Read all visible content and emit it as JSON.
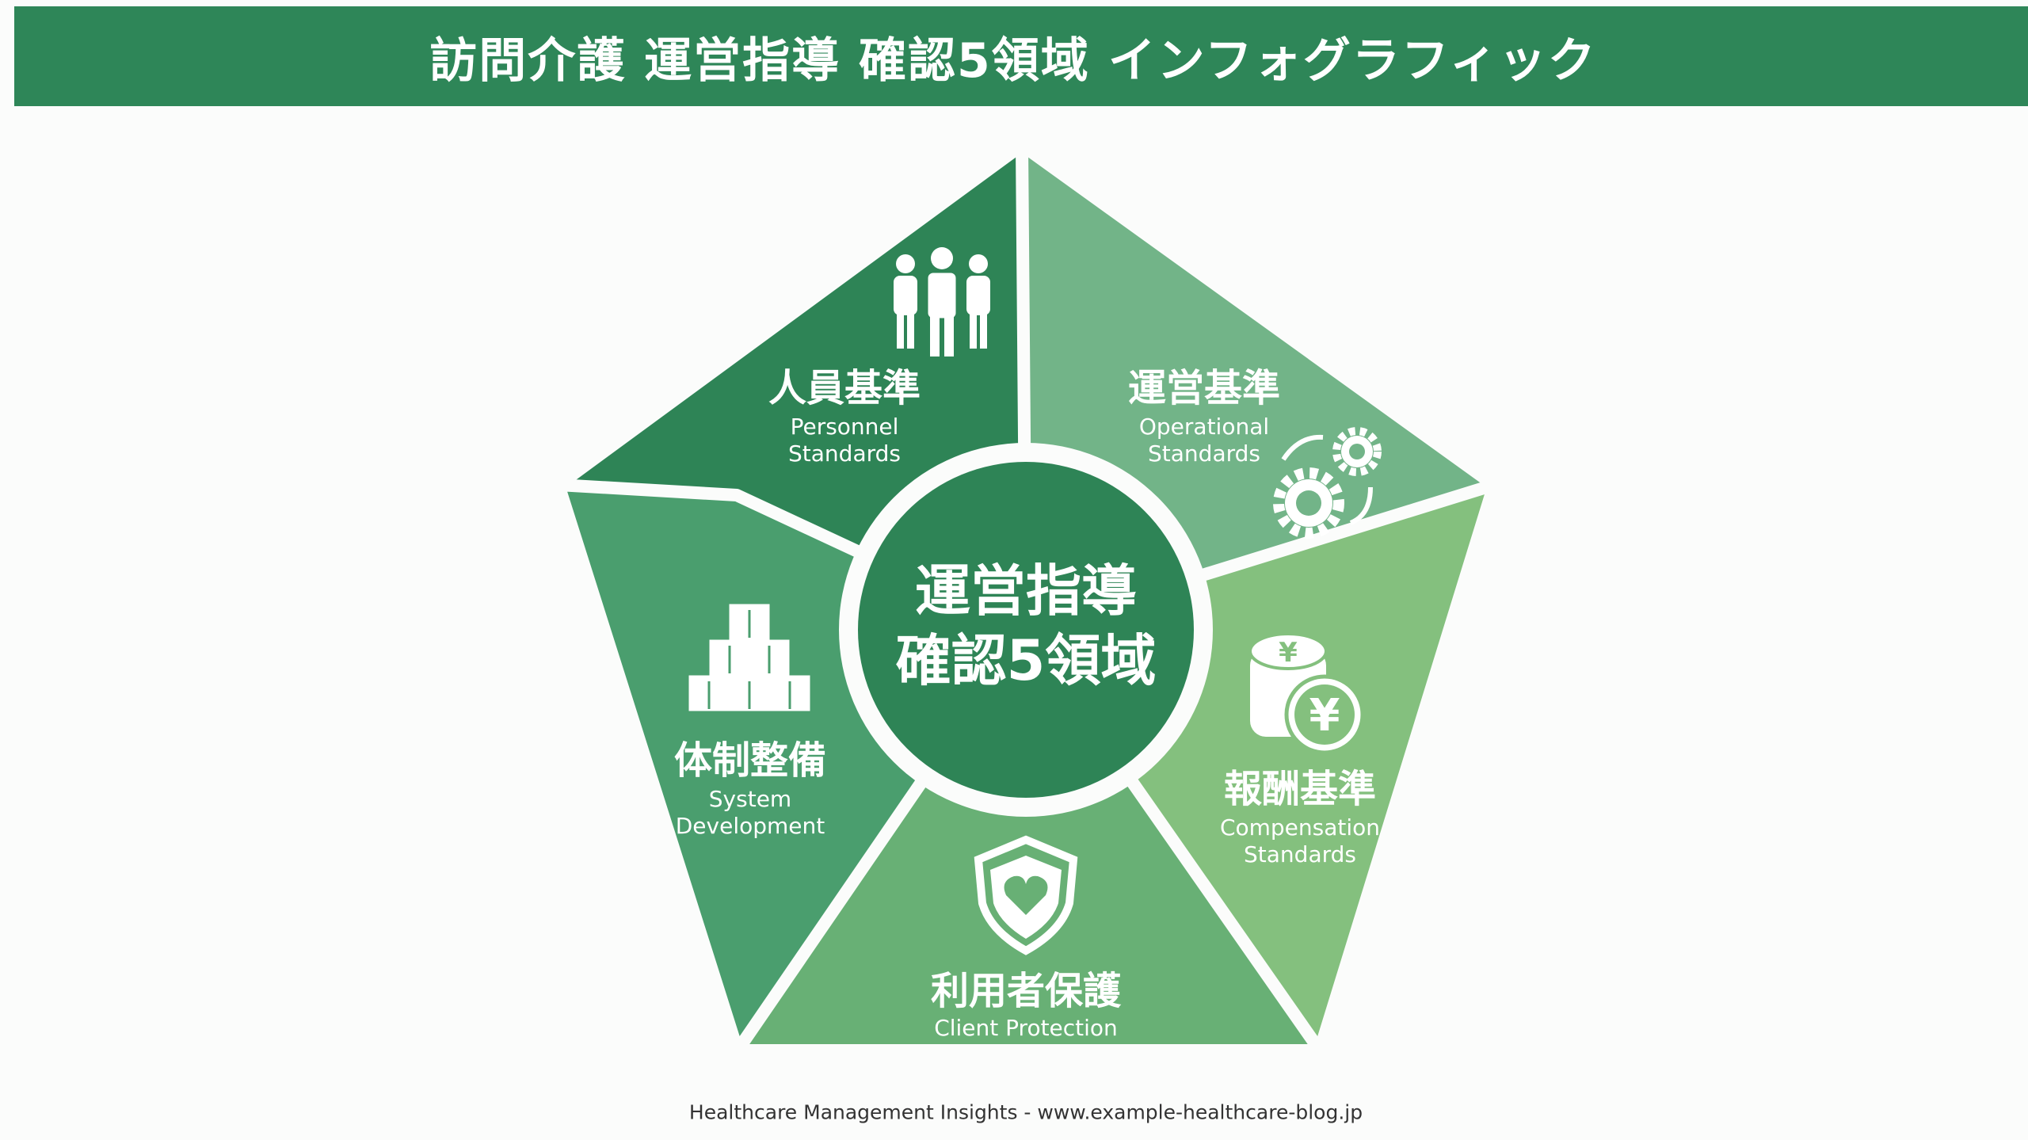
{
  "header": {
    "title": "訪問介護 運営指導 確認5領域 インフォグラフィック"
  },
  "center": {
    "line1": "運営指導",
    "line2": "確認5領域"
  },
  "segments": [
    {
      "jp": "人員基準",
      "en1": "Personnel",
      "en2": "Standards",
      "icon": "people-icon",
      "color": "#2e8456"
    },
    {
      "jp": "運営基準",
      "en1": "Operational",
      "en2": "Standards",
      "icon": "gears-icon",
      "color": "#72b488"
    },
    {
      "jp": "報酬基準",
      "en1": "Compensation",
      "en2": "Standards",
      "icon": "yen-coins-icon",
      "color": "#84c07e"
    },
    {
      "jp": "利用者保護",
      "en1": "Client Protection",
      "icon": "shield-heart-icon",
      "color": "#68b075"
    },
    {
      "jp": "体制整備",
      "en1": "System",
      "en2": "Development",
      "icon": "cubes-icon",
      "color": "#4a9e6e"
    }
  ],
  "footer": {
    "text": "Healthcare Management Insights - www.example-healthcare-blog.jp"
  }
}
